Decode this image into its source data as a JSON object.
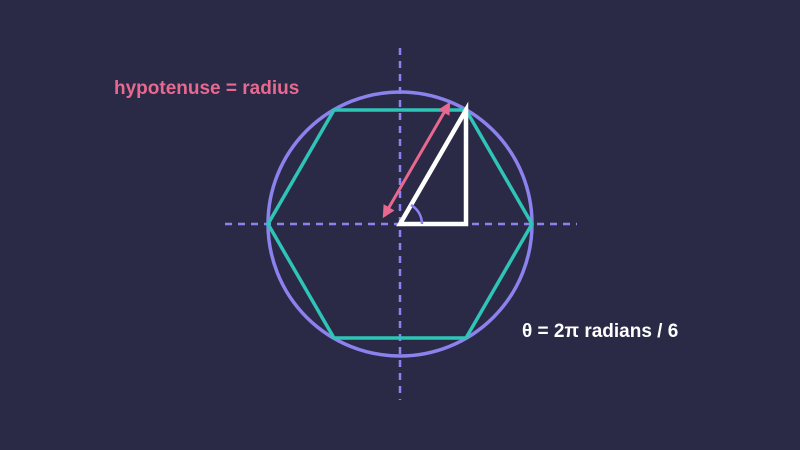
{
  "labels": {
    "hypotenuse": "hypotenuse = radius",
    "theta": "θ = 2π radians / 6"
  },
  "colors": {
    "background": "#2a2a47",
    "circle": "#8c82ee",
    "axes": "#8c82ee",
    "hexagon": "#2ec4b6",
    "triangle": "#ffffff",
    "hypotenuse_arrow": "#e8698f",
    "hypotenuse_text": "#e8698f",
    "theta_text": "#ffffff"
  },
  "figure": {
    "polygon_sides": 6,
    "shapes": [
      "circle",
      "hexagon",
      "right-triangle",
      "angle-arc",
      "double-arrow",
      "dashed-axes"
    ]
  }
}
